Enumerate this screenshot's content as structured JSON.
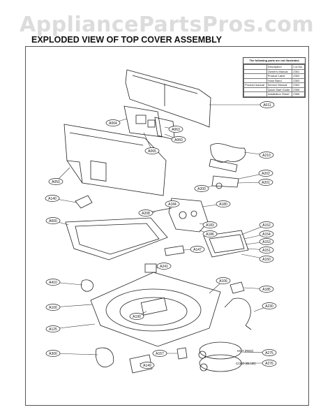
{
  "watermark": "AppliancePartsPros.com",
  "title": "EXPLODED VIEW OF TOP COVER ASSEMBLY",
  "legend": {
    "heading": "The following parts are not illustrated",
    "col_description": "Description",
    "col_loc": "Loc.No.",
    "group": "Product manual",
    "rows": [
      {
        "desc": "Owner's Manual",
        "loc": "Z301"
      },
      {
        "desc": "Product Label",
        "loc": "Z302"
      },
      {
        "desc": "Hose Band",
        "loc": "Z303"
      },
      {
        "desc": "Service Manual",
        "loc": "Z304"
      },
      {
        "desc": "Quick Start Guide",
        "loc": "Z305"
      },
      {
        "desc": "Installation Sheet",
        "loc": "Z306"
      }
    ]
  },
  "callouts": [
    {
      "id": "A011",
      "label": "A011"
    },
    {
      "id": "A064",
      "label": "A064"
    },
    {
      "id": "A063",
      "label": "A063"
    },
    {
      "id": "A060",
      "label": "A060"
    },
    {
      "id": "A065",
      "label": "A065"
    },
    {
      "id": "A210",
      "label": "A210"
    },
    {
      "id": "A050",
      "label": "A050"
    },
    {
      "id": "A202",
      "label": "A202"
    },
    {
      "id": "A201",
      "label": "A201"
    },
    {
      "id": "A200",
      "label": "A200"
    },
    {
      "id": "A140",
      "label": "A140"
    },
    {
      "id": "A184",
      "label": "A184"
    },
    {
      "id": "A180",
      "label": "A180"
    },
    {
      "id": "A208",
      "label": "A208"
    },
    {
      "id": "A000",
      "label": "A000"
    },
    {
      "id": "A183",
      "label": "A183"
    },
    {
      "id": "A186",
      "label": "A186"
    },
    {
      "id": "A152",
      "label": "A152"
    },
    {
      "id": "A154",
      "label": "A154"
    },
    {
      "id": "A153",
      "label": "A153"
    },
    {
      "id": "A151",
      "label": "A151"
    },
    {
      "id": "A150",
      "label": "A150"
    },
    {
      "id": "A147",
      "label": "A147"
    },
    {
      "id": "A241",
      "label": "A241"
    },
    {
      "id": "A410",
      "label": "A410"
    },
    {
      "id": "A106",
      "label": "A106"
    },
    {
      "id": "A185",
      "label": "A185"
    },
    {
      "id": "A100",
      "label": "A100"
    },
    {
      "id": "A230",
      "label": "A230"
    },
    {
      "id": "A190",
      "label": "A190"
    },
    {
      "id": "A125",
      "label": "A125"
    },
    {
      "id": "A300",
      "label": "A300"
    },
    {
      "id": "A157",
      "label": "A157"
    },
    {
      "id": "A275",
      "label": "A275"
    },
    {
      "id": "A149",
      "label": "A149"
    },
    {
      "id": "A276",
      "label": "A276"
    }
  ],
  "hose_labels": {
    "hot": "HOT (RED)",
    "cold": "COLD (BLUE)"
  }
}
